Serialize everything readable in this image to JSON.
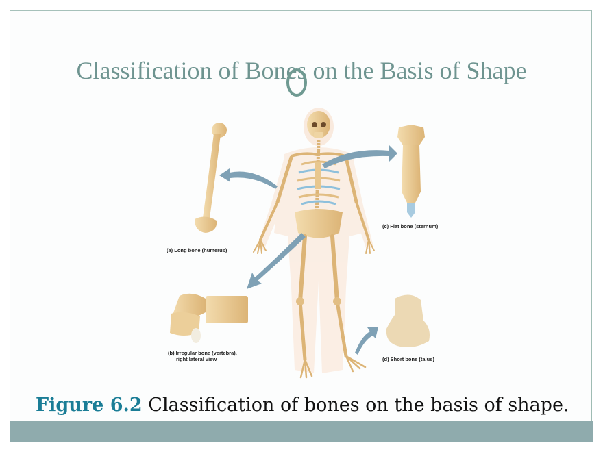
{
  "slide": {
    "title": "Classification of Bones on the Basis of Shape",
    "colors": {
      "title": "#6e9490",
      "frame": "#9fbcb4",
      "caption_bar": "#8fabad",
      "figure_number": "#1a7d96",
      "bone": "#e9c98f",
      "arrow": "#7fa1b5"
    }
  },
  "figure": {
    "labels": {
      "long_bone": "(a) Long bone (humerus)",
      "irregular_bone_line1": "(b) Irregular bone (vertebra),",
      "irregular_bone_line2": "right lateral view",
      "flat_bone": "(c) Flat bone (sternum)",
      "short_bone": "(d) Short bone (talus)"
    }
  },
  "caption": {
    "figure_number": "Figure 6.2",
    "text": " Classification of bones on the basis of shape."
  }
}
